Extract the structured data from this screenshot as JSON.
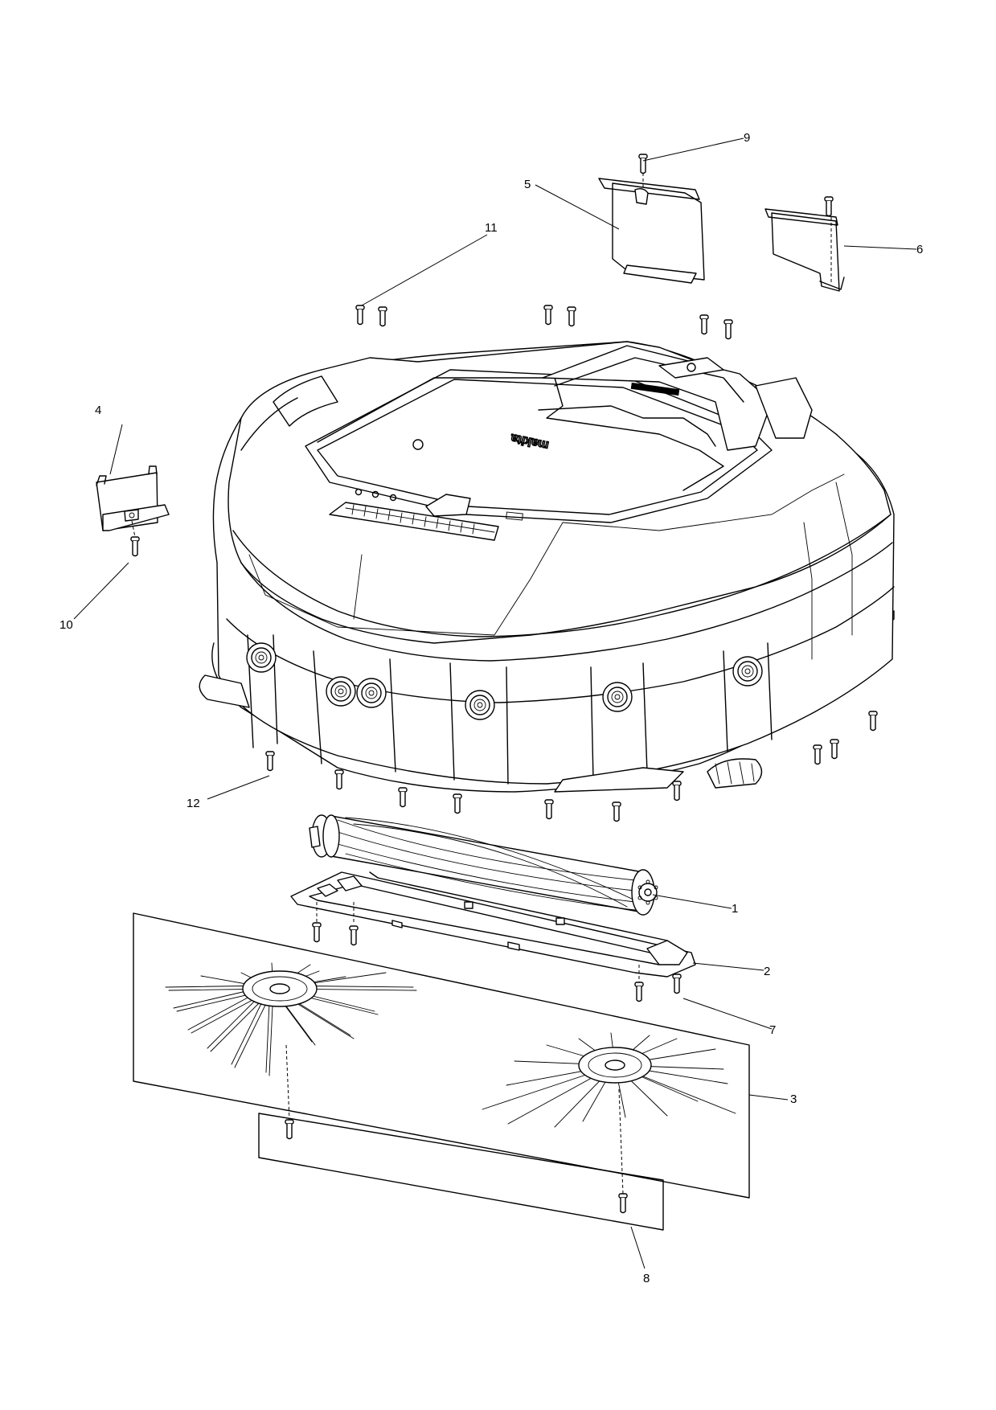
{
  "callouts": [
    {
      "id": "1",
      "label": "1"
    },
    {
      "id": "2",
      "label": "2"
    },
    {
      "id": "3",
      "label": "3"
    },
    {
      "id": "4",
      "label": "4"
    },
    {
      "id": "5",
      "label": "5"
    },
    {
      "id": "6",
      "label": "6"
    },
    {
      "id": "7",
      "label": "7"
    },
    {
      "id": "8",
      "label": "8"
    },
    {
      "id": "9",
      "label": "9"
    },
    {
      "id": "10",
      "label": "10"
    },
    {
      "id": "11",
      "label": "11"
    },
    {
      "id": "12",
      "label": "12"
    }
  ],
  "brand": {
    "logo_text": "makita"
  },
  "colors": {
    "line": "#000000",
    "background": "#ffffff"
  }
}
